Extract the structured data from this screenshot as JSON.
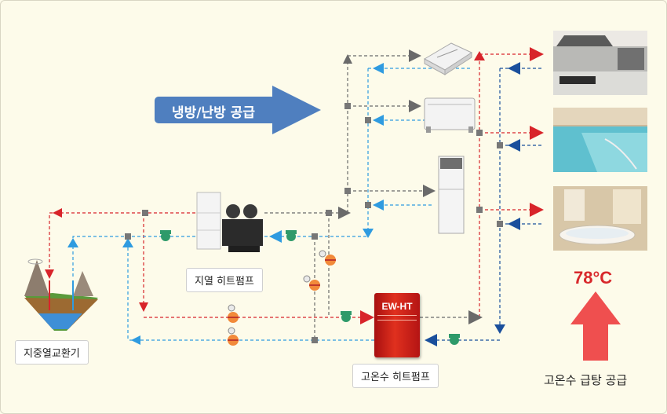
{
  "labels": {
    "supply_arrow": "냉방/난방 공급",
    "ground_hx": "지중열교환기",
    "geo_heatpump": "지열 히트펌프",
    "hightemp_heatpump": "고온수 히트펌프",
    "hightemp_heatpump_badge": "EW-HT",
    "temperature": "78°C",
    "hot_water_supply": "고온수 급탕 공급"
  },
  "colors": {
    "hot": "#d8242a",
    "cold": "#2f9be0",
    "neutral": "#6a6a6a",
    "supply_arrow": "#4f7fbf",
    "hot_arrow": "#ef4f4f",
    "temperature": "#d8282b",
    "return_blue": "#1a4f9c"
  },
  "icons": {
    "indoor_units": [
      "cassette-unit-icon",
      "fan-coil-unit-icon",
      "floor-standing-unit-icon"
    ],
    "applications": [
      "kitchen-photo",
      "pool-photo",
      "bathtub-photo"
    ],
    "devices": [
      "geothermal-heatpump-icon",
      "ground-heat-exchanger-icon",
      "pump-icon",
      "valve-icon"
    ]
  }
}
